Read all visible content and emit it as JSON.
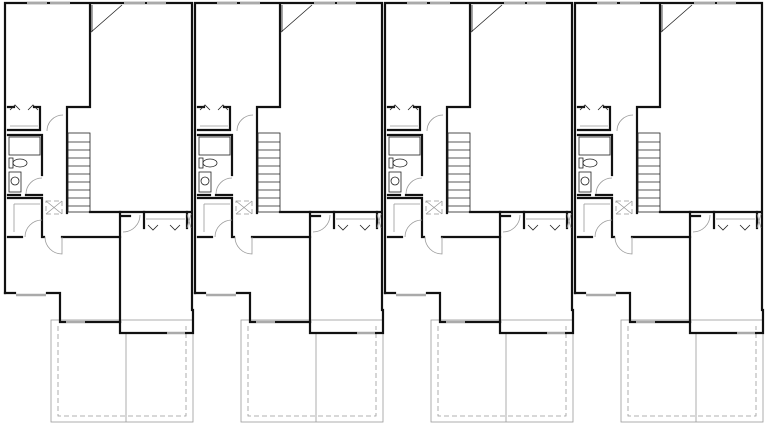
{
  "plan": {
    "units": [
      {
        "id": "unit-1"
      },
      {
        "id": "unit-2"
      },
      {
        "id": "unit-3"
      },
      {
        "id": "unit-4"
      }
    ],
    "colors": {
      "wall": "#111111",
      "garage_outline": "#999999",
      "background": "#ffffff"
    }
  }
}
